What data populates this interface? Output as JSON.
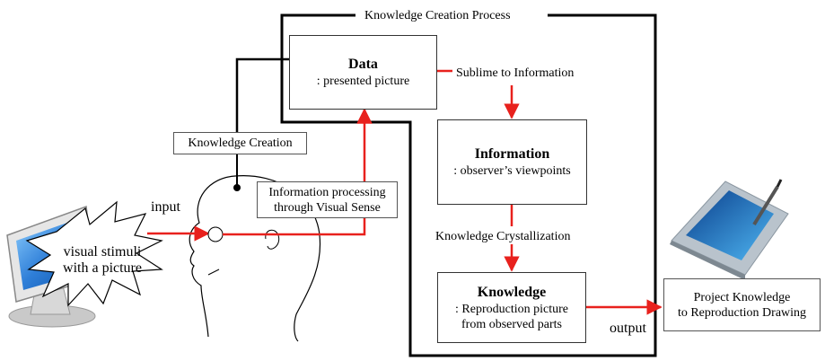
{
  "process": {
    "title": "Knowledge Creation Process"
  },
  "nodes": {
    "data": {
      "title": "Data",
      "subtitle": ": presented picture"
    },
    "information": {
      "title": "Information",
      "subtitle": ": observer’s viewpoints"
    },
    "knowledge": {
      "title": "Knowledge",
      "subtitle_line1": ": Reproduction picture",
      "subtitle_line2": "from observed parts"
    },
    "knowledge_creation": {
      "label": "Knowledge Creation"
    },
    "info_processing": {
      "line1": "Information processing",
      "line2": "through Visual Sense"
    },
    "project": {
      "line1": "Project Knowledge",
      "line2": "to Reproduction Drawing"
    }
  },
  "edges": {
    "sublime": "Sublime to Information",
    "crystallization": "Knowledge Crystallization",
    "input": "input",
    "output": "output"
  },
  "monitor": {
    "line1": "visual stimuli",
    "line2": "with a picture"
  },
  "colors": {
    "arrow": "#e8211d",
    "frame": "#000000",
    "screen": "#2f7fd8",
    "tablet": "#3b9fe8"
  },
  "icons": {
    "monitor": "computer-monitor-icon",
    "head": "human-head-icon",
    "tablet": "drawing-tablet-icon"
  }
}
